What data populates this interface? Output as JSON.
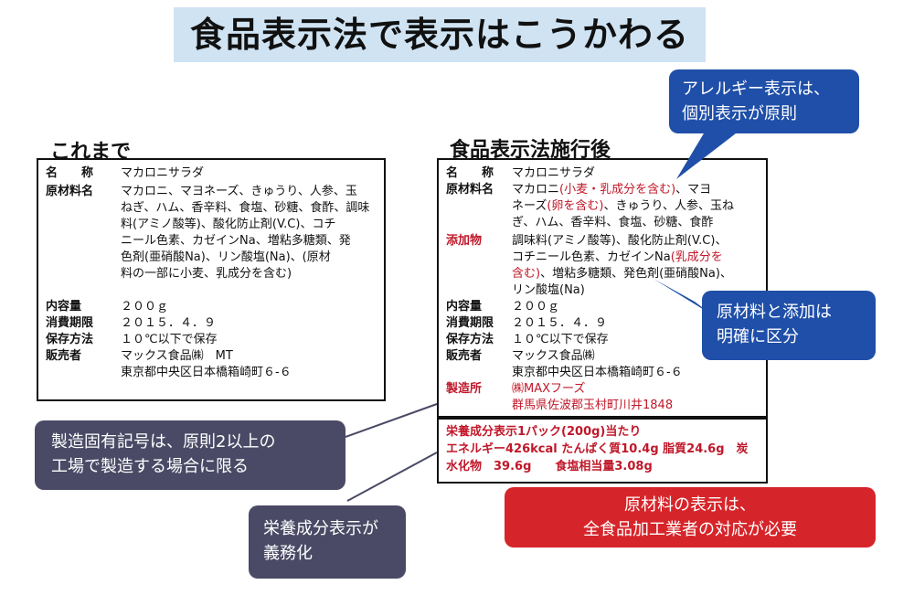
{
  "title": "食品表示法で表示はこうかわる",
  "before": {
    "heading": "これまで",
    "rows": [
      {
        "label": "名　　称",
        "lines": [
          "マカロニサラダ"
        ]
      },
      {
        "label": "原材料名",
        "lines": [
          "マカロニ、マヨネーズ、きゅうり、人参、玉",
          "ねぎ、ハム、香辛料、食塩、砂糖、食酢、調味",
          "料(アミノ酸等)、酸化防止剤(V.C)、コチ",
          "ニール色素、カゼインNa、増粘多糖類、発",
          "色剤(亜硝酸Na)、リン酸塩(Na)、(原材",
          "料の一部に小麦、乳成分を含む)"
        ]
      },
      {
        "label": "内容量",
        "lines": [
          "２００ｇ"
        ]
      },
      {
        "label": "消費期限",
        "lines": [
          "２０１５．４．９"
        ]
      },
      {
        "label": "保存方法",
        "lines": [
          "１０℃以下で保存"
        ]
      },
      {
        "label": "販売者",
        "lines": [
          "マックス食品㈱　MT",
          "東京都中央区日本橋箱崎町６-６"
        ]
      }
    ]
  },
  "after": {
    "heading": "食品表示法施行後",
    "name_label": "名　　称",
    "name_value": "マカロニサラダ",
    "ingredients_label": "原材料名",
    "ingredients": {
      "l1a": "マカロニ",
      "l1b": "(小麦・乳成分を含む)",
      "l1c": "、マヨ",
      "l2a": "ネーズ",
      "l2b": "(卵を含む)",
      "l2c": "、きゅうり、人参、玉ね",
      "l3": "ぎ、ハム、香辛料、食塩、砂糖、食酢"
    },
    "additives_label": "添加物",
    "additives": {
      "l1": "調味料(アミノ酸等)、酸化防止剤(V.C)、",
      "l2a": "コチニール色素、カゼインNa",
      "l2b": "(乳成分を",
      "l3a": "含む)",
      "l3b": "、増粘多糖類、発色剤(亜硝酸Na)、",
      "l4": "リン酸塩(Na)"
    },
    "volume_label": "内容量",
    "volume": "２００ｇ",
    "expiry_label": "消費期限",
    "expiry": "２０１５．４．９",
    "storage_label": "保存方法",
    "storage": "１０℃以下で保存",
    "seller_label": "販売者",
    "seller": "マックス食品㈱",
    "seller_address": "東京都中央区日本橋箱崎町６-６",
    "factory_label": "製造所",
    "factory": "㈱MAXフーズ",
    "factory_address": "群馬県佐波郡玉村町川井1848"
  },
  "nutrition": {
    "l1": "栄養成分表示1パック(200g)当たり",
    "l2": "エネルギー426kcal たんぱく質10.4g 脂質24.6g　炭",
    "l3": "水化物　39.6g　　食塩相当量3.08g"
  },
  "callouts": {
    "allergy": [
      "アレルギー表示は、",
      "個別表示が原則"
    ],
    "additive": [
      "原材料と添加は",
      "明確に区分"
    ],
    "factory_code": [
      "製造固有記号は、原則2以上の",
      "工場で製造する場合に限る"
    ],
    "nutrition": [
      "栄養成分表示が",
      "義務化"
    ],
    "ingredients": [
      "原材料の表示は、",
      "全食品加工業者の対応が必要"
    ]
  },
  "colors": {
    "blue_callout": "#1f4fa8",
    "slate_callout": "#4a4a66",
    "red_callout": "#d6252a",
    "red_text": "#c0182a",
    "title_bg": "#cfe3f3"
  }
}
